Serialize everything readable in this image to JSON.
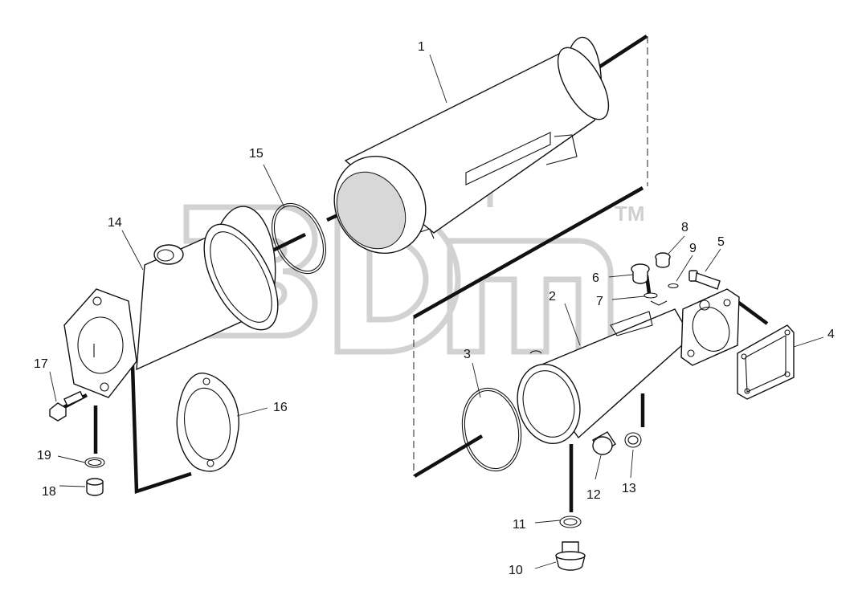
{
  "callouts": [
    {
      "id": "c1",
      "label": "1"
    },
    {
      "id": "c2",
      "label": "2"
    },
    {
      "id": "c3",
      "label": "3"
    },
    {
      "id": "c4",
      "label": "4"
    },
    {
      "id": "c5",
      "label": "5"
    },
    {
      "id": "c6",
      "label": "6"
    },
    {
      "id": "c7",
      "label": "7"
    },
    {
      "id": "c8",
      "label": "8"
    },
    {
      "id": "c9",
      "label": "9"
    },
    {
      "id": "c10",
      "label": "10"
    },
    {
      "id": "c11",
      "label": "11"
    },
    {
      "id": "c12",
      "label": "12"
    },
    {
      "id": "c13",
      "label": "13"
    },
    {
      "id": "c14",
      "label": "14"
    },
    {
      "id": "c15",
      "label": "15"
    },
    {
      "id": "c16",
      "label": "16"
    },
    {
      "id": "c17",
      "label": "17"
    },
    {
      "id": "c18",
      "label": "18"
    },
    {
      "id": "c19",
      "label": "19"
    }
  ],
  "watermark": {
    "mark": "TM"
  },
  "colors": {
    "line": "#111111",
    "watermark": "#d2d2d2",
    "background": "#ffffff"
  }
}
